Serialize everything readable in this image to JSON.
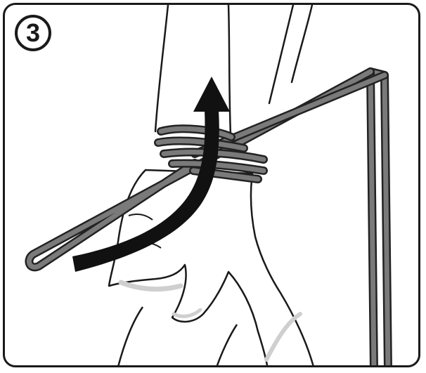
{
  "step": {
    "number": "3"
  },
  "colors": {
    "rope": "#7a7a7a",
    "rope_outline": "#222222",
    "arrow": "#111111",
    "skin": "#ffffff",
    "shade": "#cfcfcf",
    "line": "#1a1a1a"
  },
  "icons": {
    "arrow": "curved-up-arrow-icon",
    "hand": "hand-illustration",
    "rope": "rope-loop-illustration"
  }
}
